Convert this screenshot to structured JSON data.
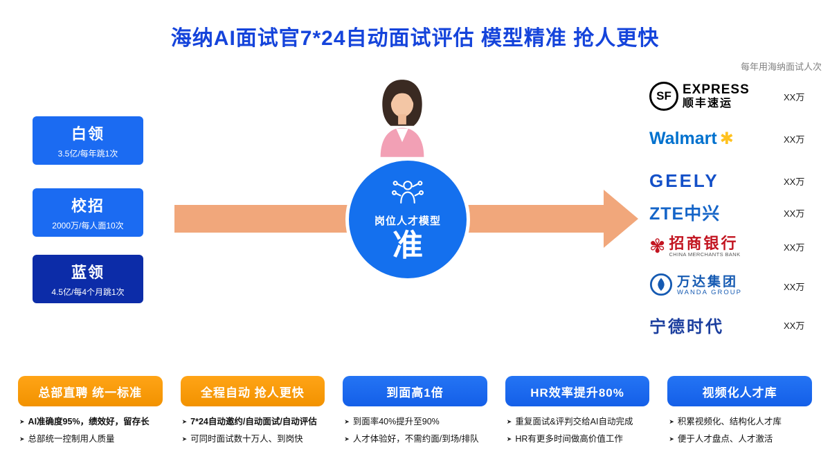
{
  "title": "海纳AI面试官7*24自动面试评估 模型精准 抢人更快",
  "icons": {
    "bullet": "➤"
  },
  "left_boxes": [
    {
      "label": "白领",
      "sub": "3.5亿/每年跳1次"
    },
    {
      "label": "校招",
      "sub": "2000万/每人面10次"
    },
    {
      "label": "蓝领",
      "sub": "4.5亿/每4个月跳1次"
    }
  ],
  "center": {
    "model_label": "岗位人才模型",
    "highlight_char": "准"
  },
  "right_panel": {
    "header": "每年用海纳面试人次",
    "companies": [
      {
        "badge": "SF",
        "name": "EXPRESS",
        "sub": "顺丰速运",
        "value": "XX万"
      },
      {
        "name": "Walmart",
        "mark": "✱",
        "value": "XX万"
      },
      {
        "name": "GEELY",
        "value": "XX万"
      },
      {
        "name": "ZTE中兴",
        "value": "XX万"
      },
      {
        "mark": "✾",
        "name": "招商银行",
        "sub": "CHINA MERCHANTS BANK",
        "value": "XX万"
      },
      {
        "name": "万达集团",
        "sub": "WANDA GROUP",
        "value": "XX万"
      },
      {
        "name": "宁德时代",
        "value": "XX万"
      }
    ]
  },
  "cards": [
    {
      "pill": "总部直聘 统一标准",
      "bullets": [
        "AI准确度95%，绩效好，留存长",
        "总部统一控制用人质量"
      ]
    },
    {
      "pill": "全程自动 抢人更快",
      "bullets": [
        "7*24自动邀约/自动面试/自动评估",
        "可同时面试数十万人、到岗快"
      ]
    },
    {
      "pill": "到面高1倍",
      "bullets": [
        "到面率40%提升至90%",
        "人才体验好，不需约面/到场/排队"
      ]
    },
    {
      "pill": "HR效率提升80%",
      "bullets": [
        "重复面试&评判交给AI自动完成",
        "HR有更多时间做高价值工作"
      ]
    },
    {
      "pill": "视频化人才库",
      "bullets": [
        "积累视频化、结构化人才库",
        "便于人才盘点、人才激活"
      ]
    }
  ],
  "colors": {
    "title_blue": "#1544DB",
    "box_blue": "#1B6BF2",
    "box_navy": "#0C2CA8",
    "arrow_orange": "#F1A77B",
    "circle_blue": "#1470EE",
    "pill_orange": "#F79B04",
    "pill_blue": "#1A6BF0"
  }
}
